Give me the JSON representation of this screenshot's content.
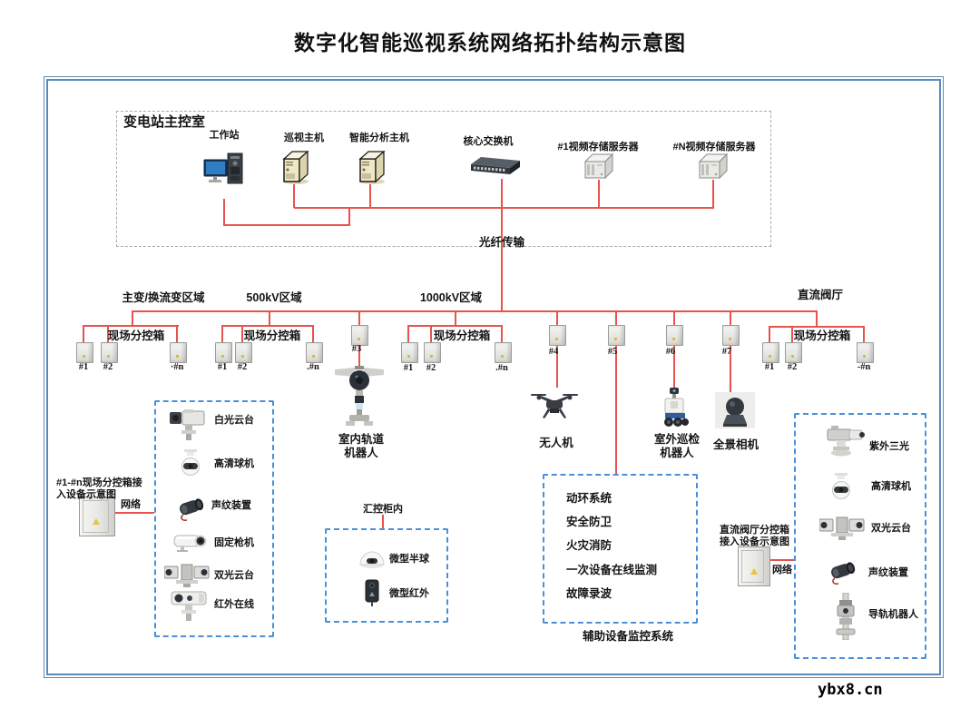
{
  "title": "数字化智能巡视系统网络拓扑结构示意图",
  "watermark": "ybx8.cn",
  "colors": {
    "line_red": "#e8534e",
    "dashed_blue": "#4a90d9",
    "frame_blue": "#5b8ab8"
  },
  "control_room": {
    "label": "变电站主控室",
    "devices": [
      {
        "label": "工作站",
        "icon": "workstation-icon"
      },
      {
        "label": "巡视主机",
        "icon": "server-icon"
      },
      {
        "label": "智能分析主机",
        "icon": "server-icon"
      },
      {
        "label": "核心交换机",
        "icon": "switch-icon"
      },
      {
        "label": "#1视频存储服务器",
        "icon": "storage-server-icon"
      },
      {
        "label": "#N视频存储服务器",
        "icon": "storage-server-icon"
      }
    ]
  },
  "fiber_label": "光纤传输",
  "regions": [
    "主变/换流变区域",
    "500kV区域",
    "1000kV区域",
    "直流阀厅"
  ],
  "field_group_label": "现场分控箱",
  "field_groups": [
    {
      "boxes": [
        "#1",
        "#2",
        "·#n"
      ]
    },
    {
      "boxes": [
        "#1",
        "#2",
        ".#n"
      ]
    },
    {
      "boxes": [
        "#1",
        "#2",
        ".#n"
      ]
    },
    {
      "boxes": [
        "#1",
        "#2",
        "-#n"
      ]
    }
  ],
  "numbered_boxes": [
    "#3",
    "#4",
    "#5",
    "#6",
    "#7"
  ],
  "bus_devices": [
    {
      "label": "室内轨道\n机器人",
      "icon": "rail-robot-icon"
    },
    {
      "label": "无人机",
      "icon": "drone-icon"
    },
    {
      "label": "室外巡检\n机器人",
      "icon": "outdoor-robot-icon"
    },
    {
      "label": "全景相机",
      "icon": "panoramic-camera-icon"
    }
  ],
  "left_panel": {
    "caption": "#1-#n现场分控箱接\n入设备示意图",
    "network_label": "网络",
    "items": [
      "白光云台",
      "高清球机",
      "声纹装置",
      "固定枪机",
      "双光云台",
      "红外在线"
    ]
  },
  "cabinet_panel": {
    "label": "汇控柜内",
    "items": [
      "微型半球",
      "微型红外"
    ]
  },
  "aux_panel": {
    "items": [
      "动环系统",
      "安全防卫",
      "火灾消防",
      "一次设备在线监测",
      "故障录波"
    ],
    "caption": "辅助设备监控系统"
  },
  "right_panel": {
    "caption": "直流阀厅分控箱\n接入设备示意图",
    "network_label": "网络",
    "items": [
      "紫外三光",
      "高清球机",
      "双光云台",
      "声纹装置",
      "导轨机器人"
    ]
  }
}
